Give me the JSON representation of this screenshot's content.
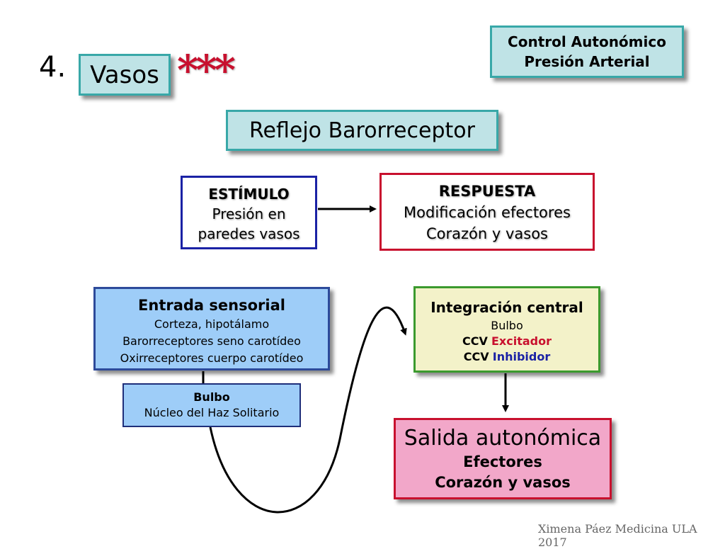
{
  "slide": {
    "number": "4.",
    "topic": "Vasos",
    "emphasis": "***"
  },
  "control_box": {
    "line1": "Control Autonómico",
    "line2": "Presión Arterial"
  },
  "reflex_title": "Reflejo Barorreceptor",
  "stimulus": {
    "header": "ESTÍMULO",
    "line1": "Presión en",
    "line2": "paredes vasos"
  },
  "response": {
    "header": "RESPUESTA",
    "line1": "Modificación efectores",
    "line2": "Corazón y vasos"
  },
  "sensory_input": {
    "header": "Entrada sensorial",
    "line1": "Corteza, hipotálamo",
    "line2": "Barorreceptores seno carotídeo",
    "line3": "Oxirreceptores cuerpo carotídeo"
  },
  "medulla": {
    "line1": "Bulbo",
    "line2": "Núcleo del Haz Solitario"
  },
  "central_integration": {
    "header": "Integración central",
    "line1": "Bulbo",
    "ccv_label": "CCV",
    "excitatory": "Excitador",
    "inhibitory": "Inhibidor"
  },
  "autonomic_output": {
    "header": "Salida autonómica",
    "line1": "Efectores",
    "line2": "Corazón y vasos"
  },
  "credit": "Ximena Páez Medicina ULA 2017",
  "colors": {
    "teal_fill": "#bfe3e6",
    "teal_border": "#38a8a8",
    "blue_border": "#1b22a5",
    "red_border": "#c8102e",
    "sensory_fill": "#9ecdf8",
    "integration_fill": "#f3f2c9",
    "integration_border": "#3b9a2e",
    "output_fill": "#f2a7c9"
  }
}
